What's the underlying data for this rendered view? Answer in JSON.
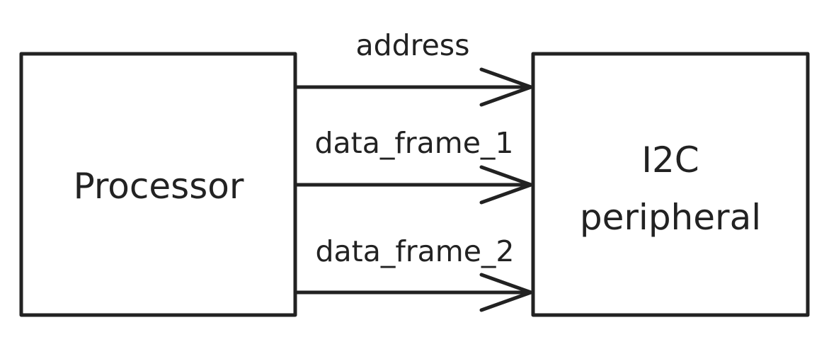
{
  "diagram": {
    "nodes": [
      {
        "id": "processor",
        "lines": [
          "Processor"
        ]
      },
      {
        "id": "i2c",
        "lines": [
          "I2C",
          "peripheral"
        ]
      }
    ],
    "edges": [
      {
        "from": "processor",
        "to": "i2c",
        "label": "address"
      },
      {
        "from": "processor",
        "to": "i2c",
        "label": "data_frame_1"
      },
      {
        "from": "processor",
        "to": "i2c",
        "label": "data_frame_2"
      }
    ]
  }
}
